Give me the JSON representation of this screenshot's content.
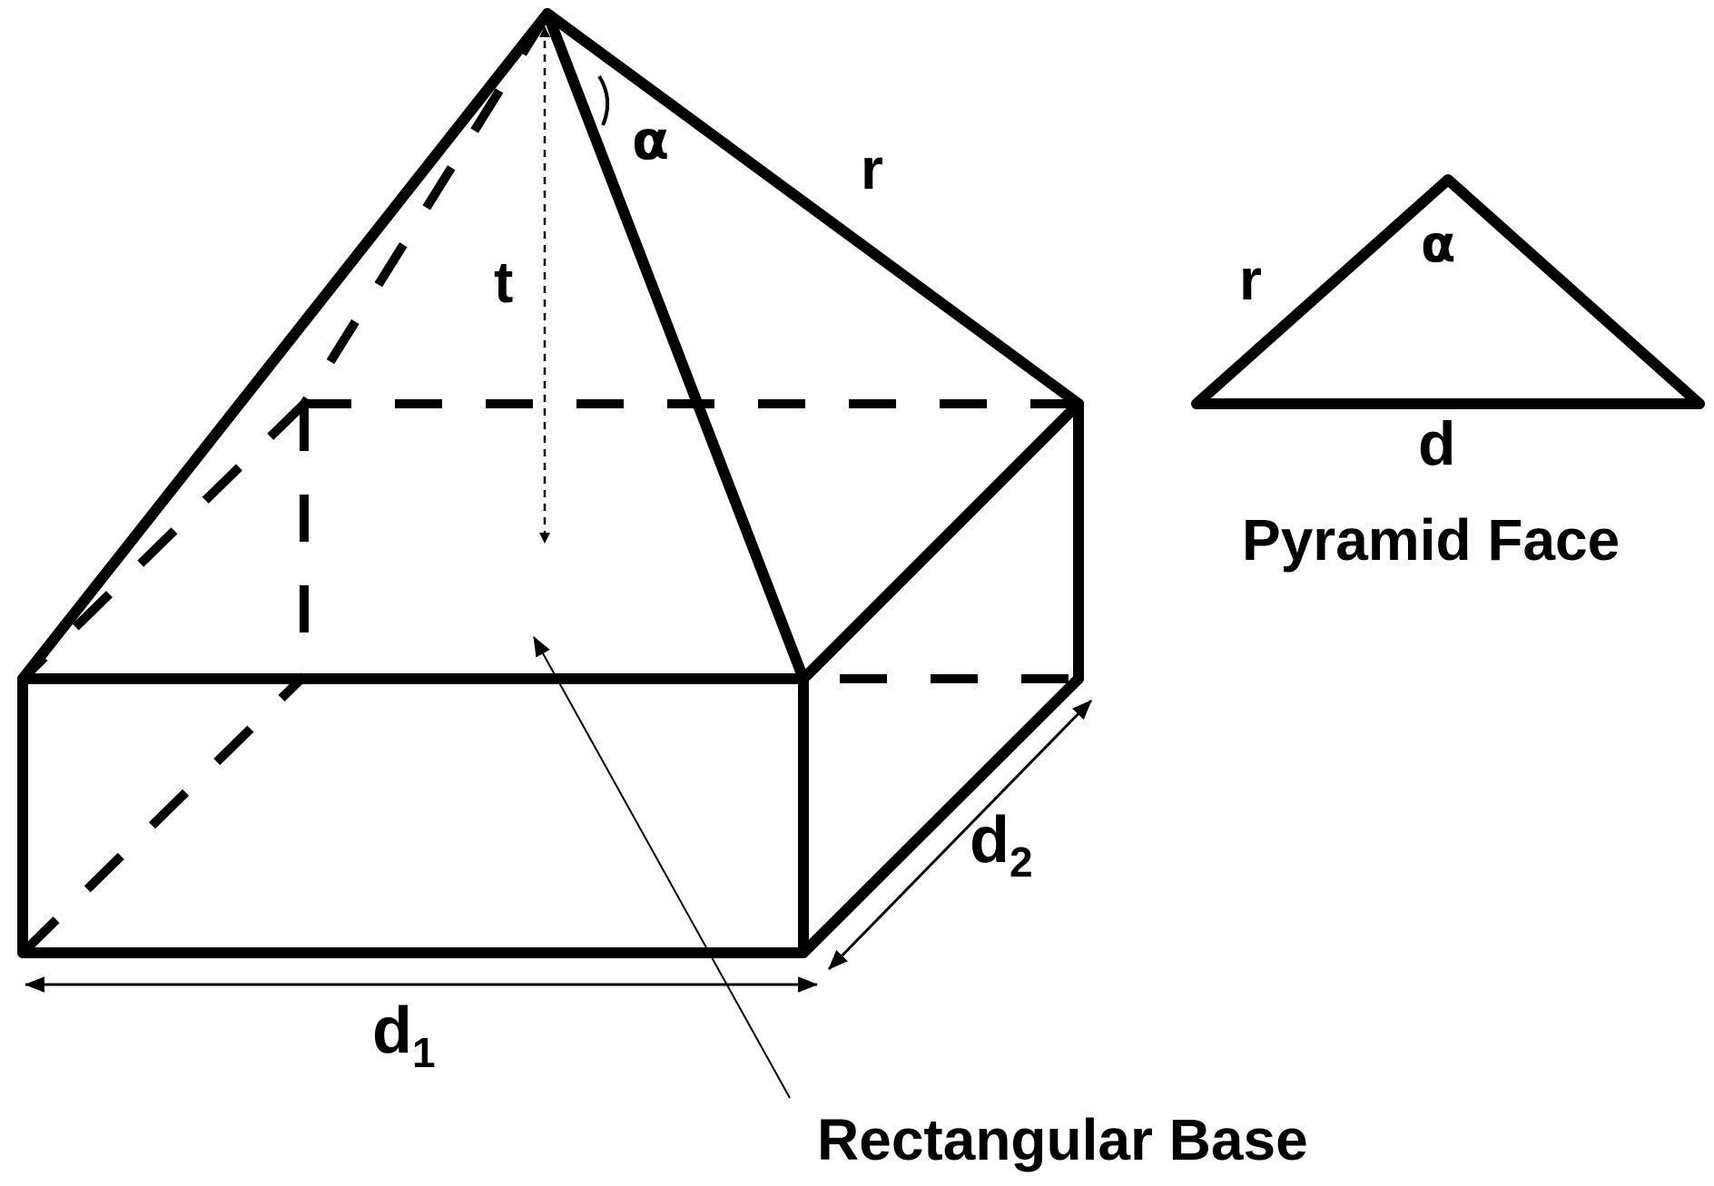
{
  "labels": {
    "alpha_main": "α",
    "r_main": "r",
    "t_height": "t",
    "d1_base": "d",
    "d1_sub": "1",
    "d2_base": "d",
    "d2_sub": "2",
    "rectangular_base": "Rectangular Base",
    "face_r": "r",
    "face_alpha": "α",
    "face_d": "d",
    "pyramid_face": "Pyramid Face"
  },
  "colors": {
    "stroke": "#000000",
    "background": "#ffffff"
  }
}
